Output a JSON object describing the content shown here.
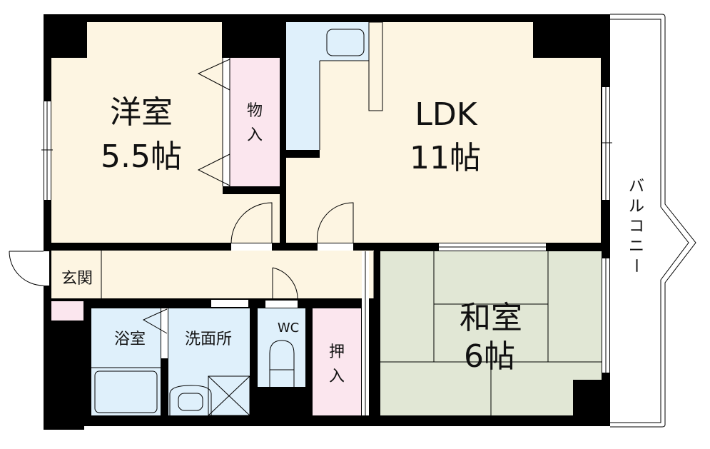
{
  "floorplan": {
    "rooms": {
      "western_room": {
        "name": "洋室",
        "size": "5.5帖"
      },
      "storage_closet": {
        "line1": "物",
        "line2": "入"
      },
      "ldk": {
        "name": "LDK",
        "size": "11帖"
      },
      "entrance": {
        "name": "玄関"
      },
      "bathroom": {
        "name": "浴室"
      },
      "washroom": {
        "name": "洗面所"
      },
      "toilet": {
        "name": "WC"
      },
      "oshiire": {
        "line1": "押",
        "line2": "入"
      },
      "japanese_room": {
        "name": "和室",
        "size": "6帖"
      },
      "balcony": {
        "chars": [
          "バ",
          "ル",
          "コ",
          "ニ",
          "ー"
        ]
      }
    },
    "colors": {
      "wall": "#000000",
      "floor_beige": "#fdf5e2",
      "wet_area_blue": "#dff0fb",
      "storage_pink": "#fbe6ee",
      "tatami_green": "#e1e7d5"
    }
  }
}
